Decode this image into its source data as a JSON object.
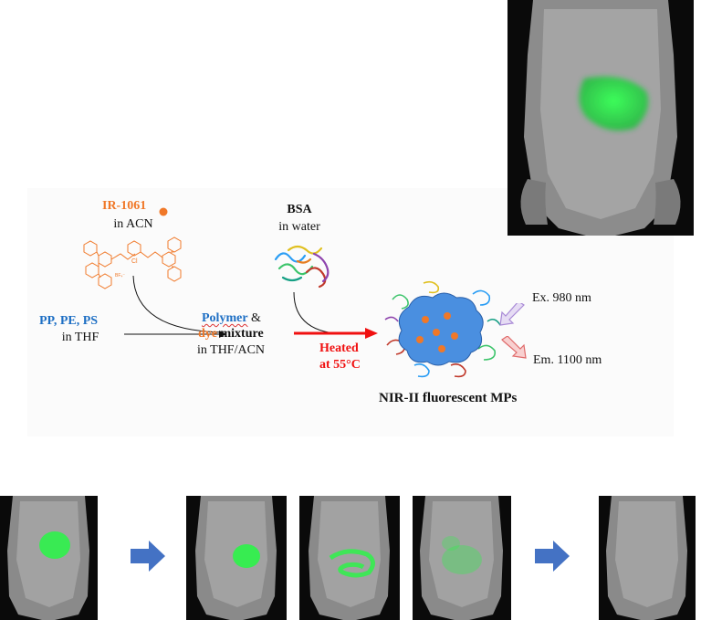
{
  "colors": {
    "orange": "#f07828",
    "blue": "#1e6fc4",
    "red": "#f01010",
    "fluor_green": "#2ef24a",
    "arrow_blue": "#4472c4",
    "ex_arrow": "#a98ad6",
    "em_arrow": "#e06a6a"
  },
  "reagents": {
    "dye_name": "IR-1061",
    "dye_solvent": "in ACN",
    "dye_counterion": "BF₄⁻",
    "dye_cl": "Cl",
    "polymers": "PP, PE, PS",
    "polymer_solvent": "in THF",
    "protein": "BSA",
    "protein_solvent": "in water"
  },
  "mixture": {
    "polymer_word": "Polymer",
    "amp": " &",
    "dye_word": "dye",
    "mixture_word": " mixture",
    "solvent": "in THF/ACN"
  },
  "process": {
    "heated": "Heated",
    "temperature": "at 55°C"
  },
  "product": {
    "label": "NIR-II fluorescent MPs",
    "excitation": "Ex. 980 nm",
    "emission": "Em. 1100 nm"
  },
  "icons": [
    "right-block-arrow-icon",
    "dye-dot-icon",
    "nanoparticle-icon"
  ]
}
